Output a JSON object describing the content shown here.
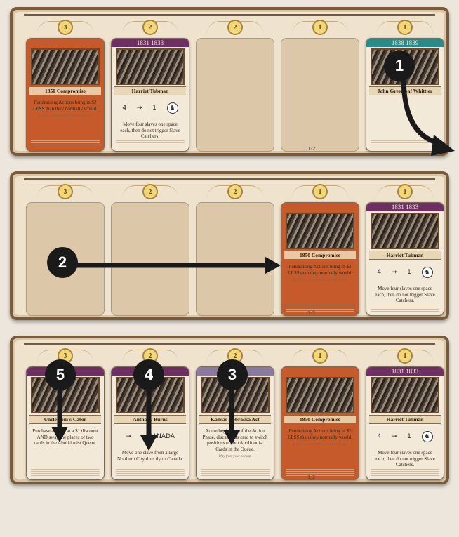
{
  "rows": [
    {
      "costs": [
        "3",
        "2",
        "2",
        "1",
        "1"
      ],
      "footer": "1-2",
      "slots": [
        {
          "type": "card",
          "color": "orange",
          "head": "",
          "title": "1850 Compromise",
          "text": "Fundraising Actions bring in $2 LESS than they normally would.",
          "sub": "In effect until removed from the queue."
        },
        {
          "type": "card",
          "color": "purple",
          "head": "1831 1833",
          "title": "Harriet Tubman",
          "text": "Move four slaves one space each, then do not trigger Slave Catchers.",
          "icons": [
            "4",
            "→",
            "1",
            "♞"
          ]
        },
        {
          "type": "empty"
        },
        {
          "type": "empty"
        },
        {
          "type": "card",
          "color": "teal",
          "head": "1838 1839",
          "title": "John Greenleaf Whittier",
          "text": "",
          "icons": []
        }
      ]
    },
    {
      "costs": [
        "3",
        "2",
        "2",
        "1",
        "1"
      ],
      "footer": "1-2",
      "slots": [
        {
          "type": "empty"
        },
        {
          "type": "empty"
        },
        {
          "type": "empty"
        },
        {
          "type": "card",
          "color": "orange",
          "head": "",
          "title": "1850 Compromise",
          "text": "Fundraising Actions bring in $2 LESS than they normally would.",
          "sub": "In effect until removed from the queue."
        },
        {
          "type": "card",
          "color": "purple",
          "head": "1831 1833",
          "title": "Harriet Tubman",
          "text": "Move four slaves one space each, then do not trigger Slave Catchers.",
          "icons": [
            "4",
            "→",
            "1",
            "♞"
          ]
        }
      ]
    },
    {
      "costs": [
        "3",
        "2",
        "2",
        "1",
        "1"
      ],
      "footer": "1-2",
      "slots": [
        {
          "type": "card",
          "color": "purple",
          "head": "",
          "title": "Uncle Tom's Cabin",
          "text": "Purchase a token at a $1 discount AND swap the places of two cards in the Abolitionist Queue.",
          "icons": []
        },
        {
          "type": "card",
          "color": "purple",
          "head": "",
          "title": "Anthony Burns",
          "text": "Move one slave from a large Northern City directly to Canada.",
          "icons": [
            "→",
            "CANADA"
          ]
        },
        {
          "type": "card",
          "color": "lavender",
          "head": "",
          "title": "Kansas-Nebraska Act",
          "text": "At the beginning of the Action Phase, discard this card to switch positions of two Abolitionist Cards in the Queue.",
          "sub": "Play from your backup."
        },
        {
          "type": "card",
          "color": "orange",
          "head": "",
          "title": "1850 Compromise",
          "text": "Fundraising Actions bring in $2 LESS than they normally would.",
          "sub": "In effect until removed from the queue."
        },
        {
          "type": "card",
          "color": "purple",
          "head": "1831 1833",
          "title": "Harriet Tubman",
          "text": "Move four slaves one space each, then do not trigger Slave Catchers.",
          "icons": [
            "4",
            "→",
            "1",
            "♞"
          ]
        }
      ]
    }
  ],
  "markers": [
    "1",
    "2",
    "3",
    "4",
    "5"
  ],
  "colors": {
    "orange": "#c75a2a",
    "purple": "#6e2f63",
    "teal": "#2a8a8a",
    "lavender": "#8a7aa0",
    "arrow": "#1a1a1a"
  }
}
